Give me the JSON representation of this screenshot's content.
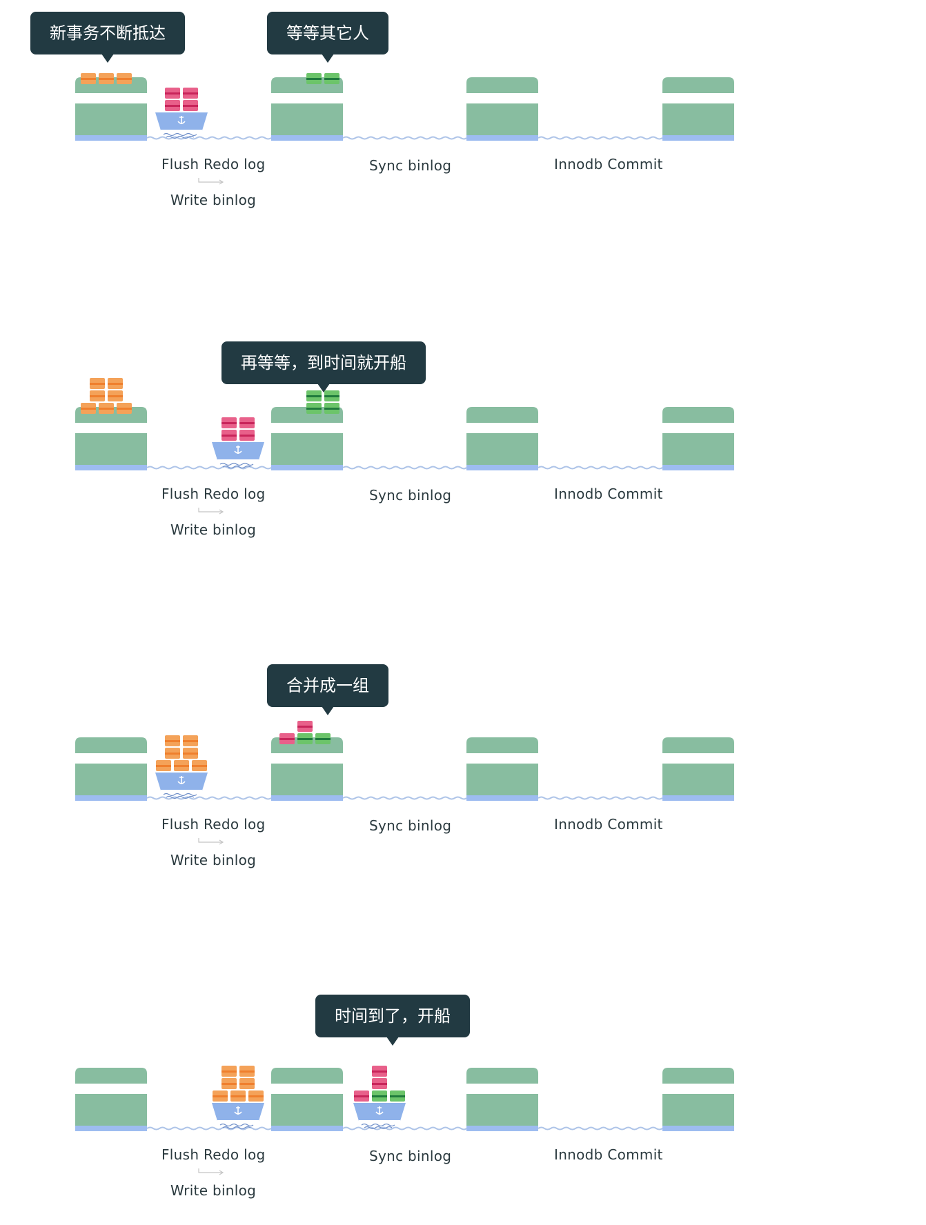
{
  "colors": {
    "dock": "#88bda0",
    "dock_base": "#9dbcf0",
    "bubble_bg": "#223a42",
    "ship_hull": "#8fb2ea",
    "crate_orange": "#f4a259",
    "crate_pink": "#e8608a",
    "crate_green": "#6cc46a",
    "water": "#aec4e8"
  },
  "stage_labels": {
    "flush": "Flush Redo log",
    "write": "Write binlog",
    "sync": "Sync binlog",
    "commit": "Innodb Commit"
  },
  "panels": [
    {
      "bubbles": [
        "新事务不断抵达",
        "等等其它人"
      ]
    },
    {
      "bubbles": [
        "再等等，到时间就开船"
      ]
    },
    {
      "bubbles": [
        "合并成一组"
      ]
    },
    {
      "bubbles": [
        "时间到了，开船"
      ]
    }
  ],
  "icons": [
    "ship-icon",
    "anchor-icon",
    "crate-icon",
    "dock-icon",
    "arrow-icon"
  ]
}
